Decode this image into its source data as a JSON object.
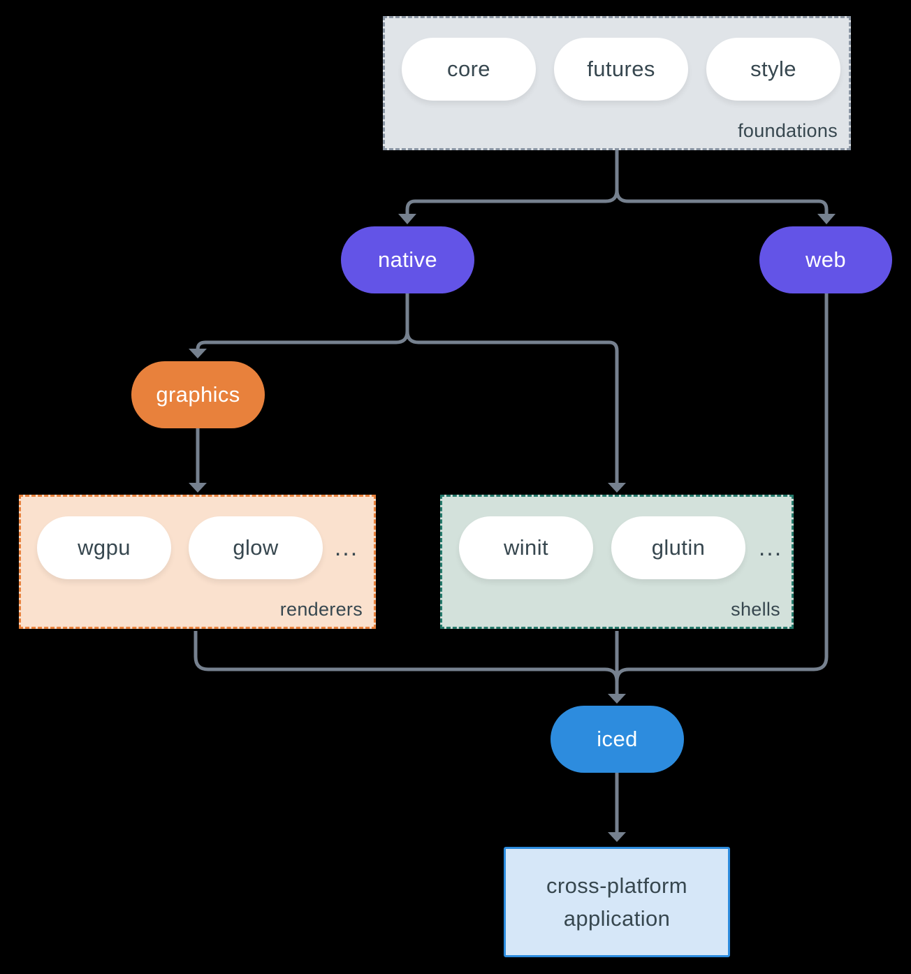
{
  "colors": {
    "bg": "#000000",
    "connector": "#76818F",
    "node_purple": "#6354E7",
    "node_orange": "#E8813C",
    "node_blue": "#2D8CDE",
    "text_dark": "#37474F",
    "pill_white": "#FFFFFF",
    "foundations_fill": "#E0E4E8",
    "foundations_border": "#8A95A3",
    "renderers_fill": "#FAE1CE",
    "renderers_border": "#E8813C",
    "shells_fill": "#D3E1DB",
    "shells_border": "#25796B",
    "app_fill": "#D6E7F8",
    "app_border": "#2D8CDE"
  },
  "groups": {
    "foundations": {
      "label": "foundations",
      "items": [
        "core",
        "futures",
        "style"
      ]
    },
    "renderers": {
      "label": "renderers",
      "items": [
        "wgpu",
        "glow"
      ],
      "ellipsis": "..."
    },
    "shells": {
      "label": "shells",
      "items": [
        "winit",
        "glutin"
      ],
      "ellipsis": "..."
    }
  },
  "nodes": {
    "native": "native",
    "web": "web",
    "graphics": "graphics",
    "iced": "iced",
    "application": "cross-platform application"
  }
}
